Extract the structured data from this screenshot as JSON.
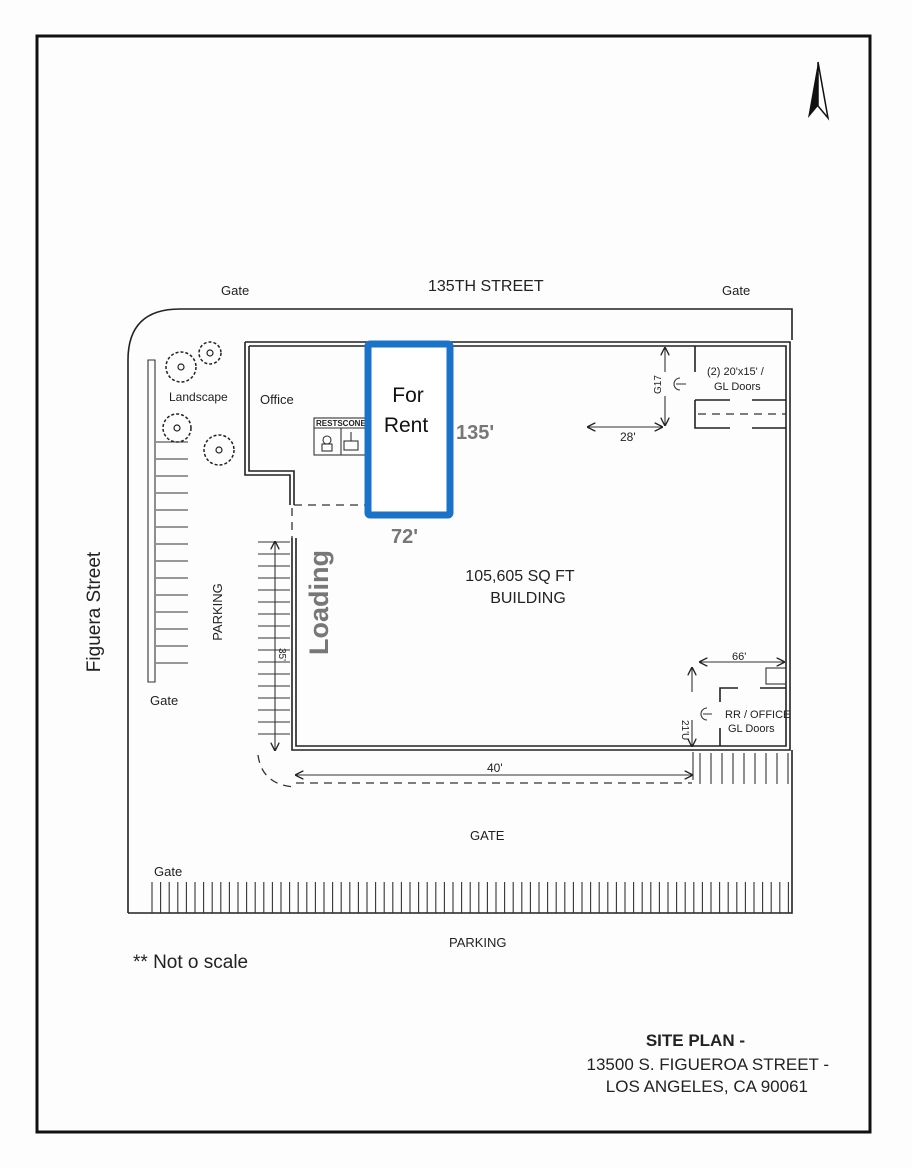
{
  "street_top": "135TH STREET",
  "street_left": "Figuera Street",
  "gates": {
    "top_left": "Gate",
    "top_right": "Gate",
    "left": "Gate",
    "bottom_left": "Gate",
    "bottom_center": "GATE"
  },
  "areas": {
    "landscape": "Landscape",
    "office": "Office",
    "restrooms": "RESTSCONE",
    "parking_left": "PARKING",
    "parking_bottom": "PARKING",
    "loading": "Loading"
  },
  "for_rent": {
    "line1": "For",
    "line2": "Rent",
    "depth": "135'",
    "width": "72'",
    "highlight_color": "#1a73c8"
  },
  "building": {
    "area": "105,605 SQ FT",
    "label": "BUILDING"
  },
  "doors_top": {
    "line1": "(2) 20'x15' /",
    "line2": "GL Doors",
    "dim_v": "G17",
    "dim_h": "28'"
  },
  "doors_bottom": {
    "line1": "RR / OFFICE",
    "line2": "GL Doors",
    "dim_v": "21'U",
    "dim_h": "66'"
  },
  "dims": {
    "loading": "35'",
    "bottom": "40'"
  },
  "note": "** Not o scale",
  "title": {
    "line1": "SITE PLAN -",
    "line2": "13500 S. FIGUEROA STREET -",
    "line3": "LOS ANGELES, CA 90061"
  }
}
